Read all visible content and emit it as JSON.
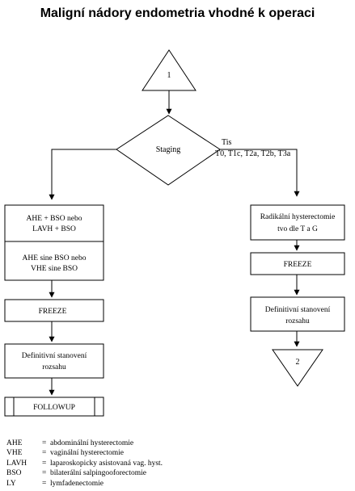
{
  "title": "Maligní nádory endometria vhodné k operaci",
  "start_node": "1",
  "end_node": "2",
  "decision": {
    "label": "Staging",
    "branch_right_1": "Tis",
    "branch_right_2": "T0, T1c, T2a, T2b, T3a"
  },
  "left_branch": {
    "box1_line1": "AHE + BSO nebo",
    "box1_line2": "LAVH + BSO",
    "box1_line3": "AHE sine BSO nebo",
    "box1_line4": "VHE sine BSO",
    "freeze": "FREEZE",
    "staging_line1": "Definitivní stanovení",
    "staging_line2": "rozsahu",
    "followup": "FOLLOWUP"
  },
  "right_branch": {
    "box1_line1": "Radikální hysterectomie",
    "box1_line2": "tvo dle T a G",
    "freeze": "FREEZE",
    "staging_line1": "Definitivní stanovení",
    "staging_line2": "rozsahu"
  },
  "legend": [
    {
      "abbr": "AHE",
      "desc": "abdominální hysterectomie"
    },
    {
      "abbr": "VHE",
      "desc": "vaginální hysterectomie"
    },
    {
      "abbr": "LAVH",
      "desc": "laparoskopicky asistovaná vag. hyst."
    },
    {
      "abbr": "BSO",
      "desc": "bilaterální salpingooforectomie"
    },
    {
      "abbr": "LY",
      "desc": "lymfadenectomie"
    }
  ]
}
